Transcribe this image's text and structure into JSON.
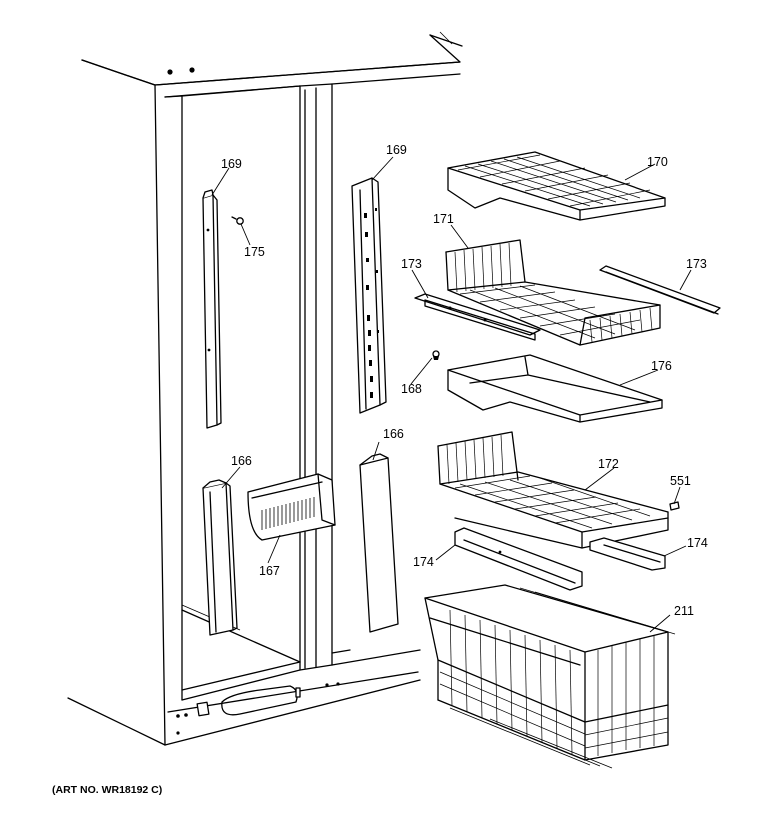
{
  "art_number": "(ART NO. WR18192 C)",
  "parts": {
    "rail_left": "169",
    "rail_right": "169",
    "screw": "175",
    "shelf_top": "170",
    "bin_wire": "171",
    "slide_left": "173",
    "slide_right": "173",
    "clip": "168",
    "shelf_frame": "176",
    "shelf_wire": "172",
    "fastener": "551",
    "slide_lower_right": "174",
    "slide_lower_left": "174",
    "basket": "211",
    "trim_left": "166",
    "trim_right": "166",
    "vent_cover": "167"
  }
}
